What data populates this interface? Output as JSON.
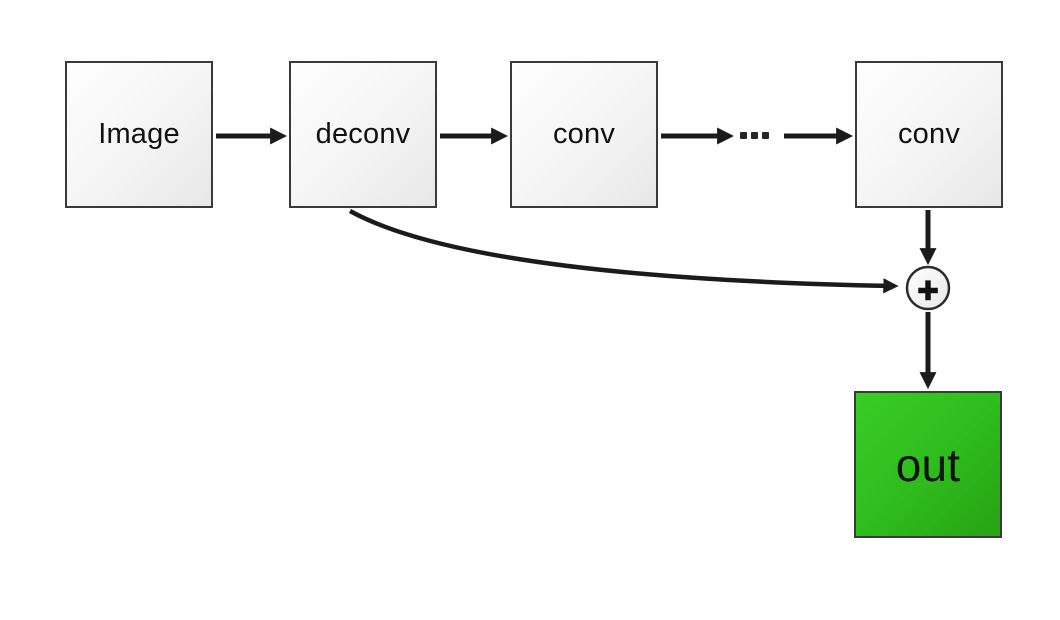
{
  "diagram": {
    "nodes": {
      "image": {
        "label": "Image"
      },
      "deconv": {
        "label": "deconv"
      },
      "conv1": {
        "label": "conv"
      },
      "conv2": {
        "label": "conv"
      },
      "out": {
        "label": "out"
      }
    },
    "operator": {
      "label": "+"
    },
    "ellipsis": "...",
    "colors": {
      "background": "#ffffff",
      "node_border": "#3a3a3a",
      "node_fill_top": "#fefefe",
      "node_fill_bottom": "#e7e7e7",
      "out_fill_top": "#38cd27",
      "out_fill_bottom": "#28a315",
      "arrow": "#1b1b1b",
      "text": "#111111"
    }
  }
}
